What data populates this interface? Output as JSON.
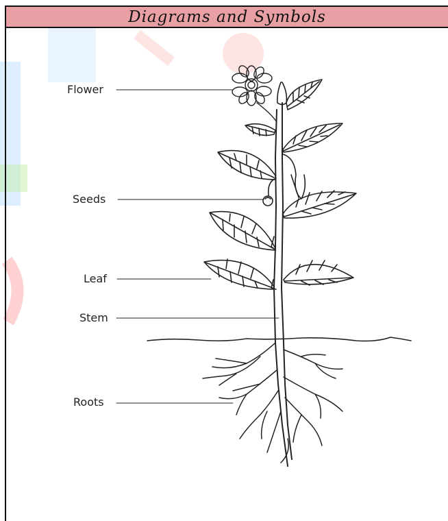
{
  "header": {
    "title": "Diagrams and Symbols"
  },
  "diagram": {
    "labels": {
      "flower": "Flower",
      "seeds": "Seeds",
      "leaf": "Leaf",
      "stem": "Stem",
      "roots": "Roots"
    }
  },
  "colors": {
    "header_bg": "#e8a0a4",
    "line": "#222222",
    "watermark_red": "#e03030",
    "watermark_blue": "#7fb7ff"
  }
}
